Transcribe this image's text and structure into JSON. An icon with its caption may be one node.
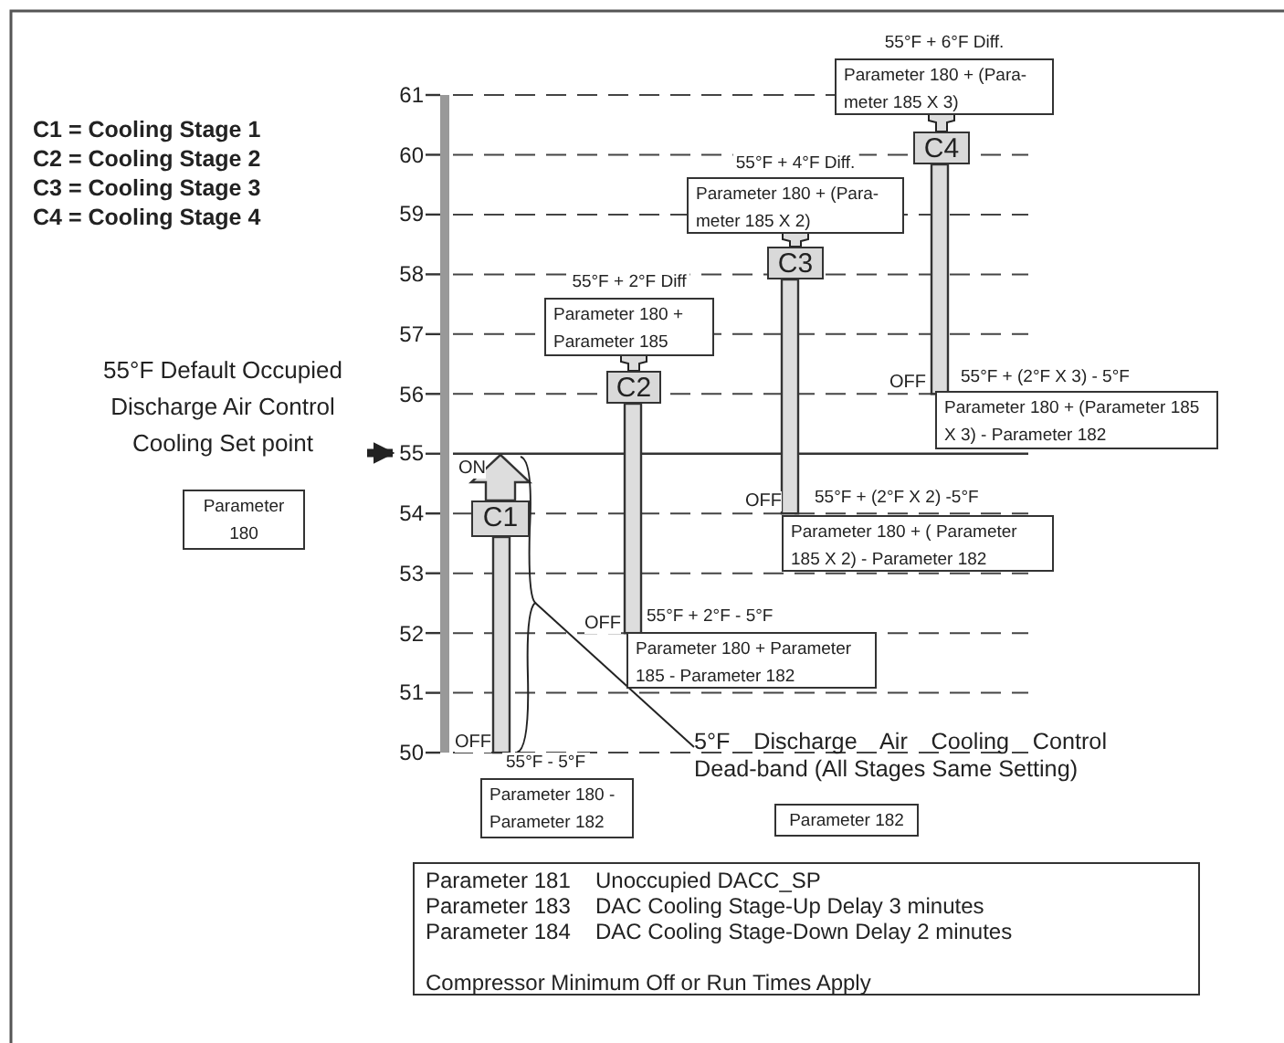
{
  "diagram": {
    "nodes": [
      {
        "text": [
          "Parameter 180 + (Para-meter 185 X 3)"
        ],
        "beside": [
          "55°F + 6°F Diff."
        ]
      },
      {
        "text": [
          "C4"
        ]
      },
      {
        "text": [
          "Parameter 180 + (Para-meter 185 X 2)"
        ],
        "beside": [
          "55°F + 4°F Diff."
        ]
      },
      {
        "text": [
          "C3"
        ]
      },
      {
        "text": [
          "Parameter 180 + Parameter 185"
        ],
        "beside": [
          "55°F + 2°F Diff"
        ]
      },
      {
        "text": [
          "C2"
        ]
      },
      {
        "text": [
          "55°F Default Occupied Discharge Air Control Cooling Set point"
        ]
      },
      {
        "text": [
          "Parameter 180 + (Parameter 185 X 3) - Parameter 182"
        ],
        "beside": [
          "55°F + (2°F X 3) - 5°F"
        ]
      },
      {
        "text": [
          "Parameter 180"
        ]
      },
      {
        "text": [
          "C1"
        ]
      },
      {
        "text": [
          "Parameter 180 + ( Parameter 185 X 2) - Parameter 182"
        ],
        "beside": [
          "55°F + (2°F X 2) -5°F"
        ]
      },
      {
        "text": [
          "Parameter 180 + Parameter 185 - Parameter 182"
        ],
        "beside": [
          "55°F + 2°F - 5°F"
        ]
      },
      {
        "text": [
          "5°F Discharge Air Cooling Control Dead-band (All Stages Same Setting)"
        ]
      },
      {
        "text": [
          "Parameter 180 - Parameter 182"
        ],
        "beside": [
          "55°F - 5°F"
        ]
      },
      {
        "text": [
          "Parameter 182"
        ]
      },
      {
        "text": [
          "Parameter 181",
          "Unoccupied DACC_SP",
          "Parameter 183",
          "DAC Cooling Stage-Up Delay 3 minutes",
          "Parameter 184",
          "DAC Cooling Stage-Down Delay 2 minutes",
          "Compressor Minimum Off or Run Times Apply"
        ]
      },
      {
        "text": [
          "55"
        ]
      }
    ],
    "edges": [
      {
        "from": 0,
        "to": 1,
        "arrow": "none"
      },
      {
        "from": 2,
        "to": 3,
        "arrow": "none"
      },
      {
        "from": 4,
        "to": 5,
        "arrow": "none"
      },
      {
        "from": 6,
        "to": 16,
        "arrow": "to",
        "style": "thick"
      },
      {
        "from": 12,
        "to": null,
        "arrow": "none"
      }
    ],
    "labels": [
      "C1 = Cooling Stage 1",
      "C2 = Cooling Stage 2",
      "C3 = Cooling Stage 3",
      "C4 = Cooling Stage 4",
      "61",
      "60",
      "59",
      "58",
      "57",
      "56",
      "54",
      "53",
      "52",
      "51",
      "50",
      "ON",
      "OFF",
      "OFF",
      "OFF",
      "OFF"
    ]
  }
}
